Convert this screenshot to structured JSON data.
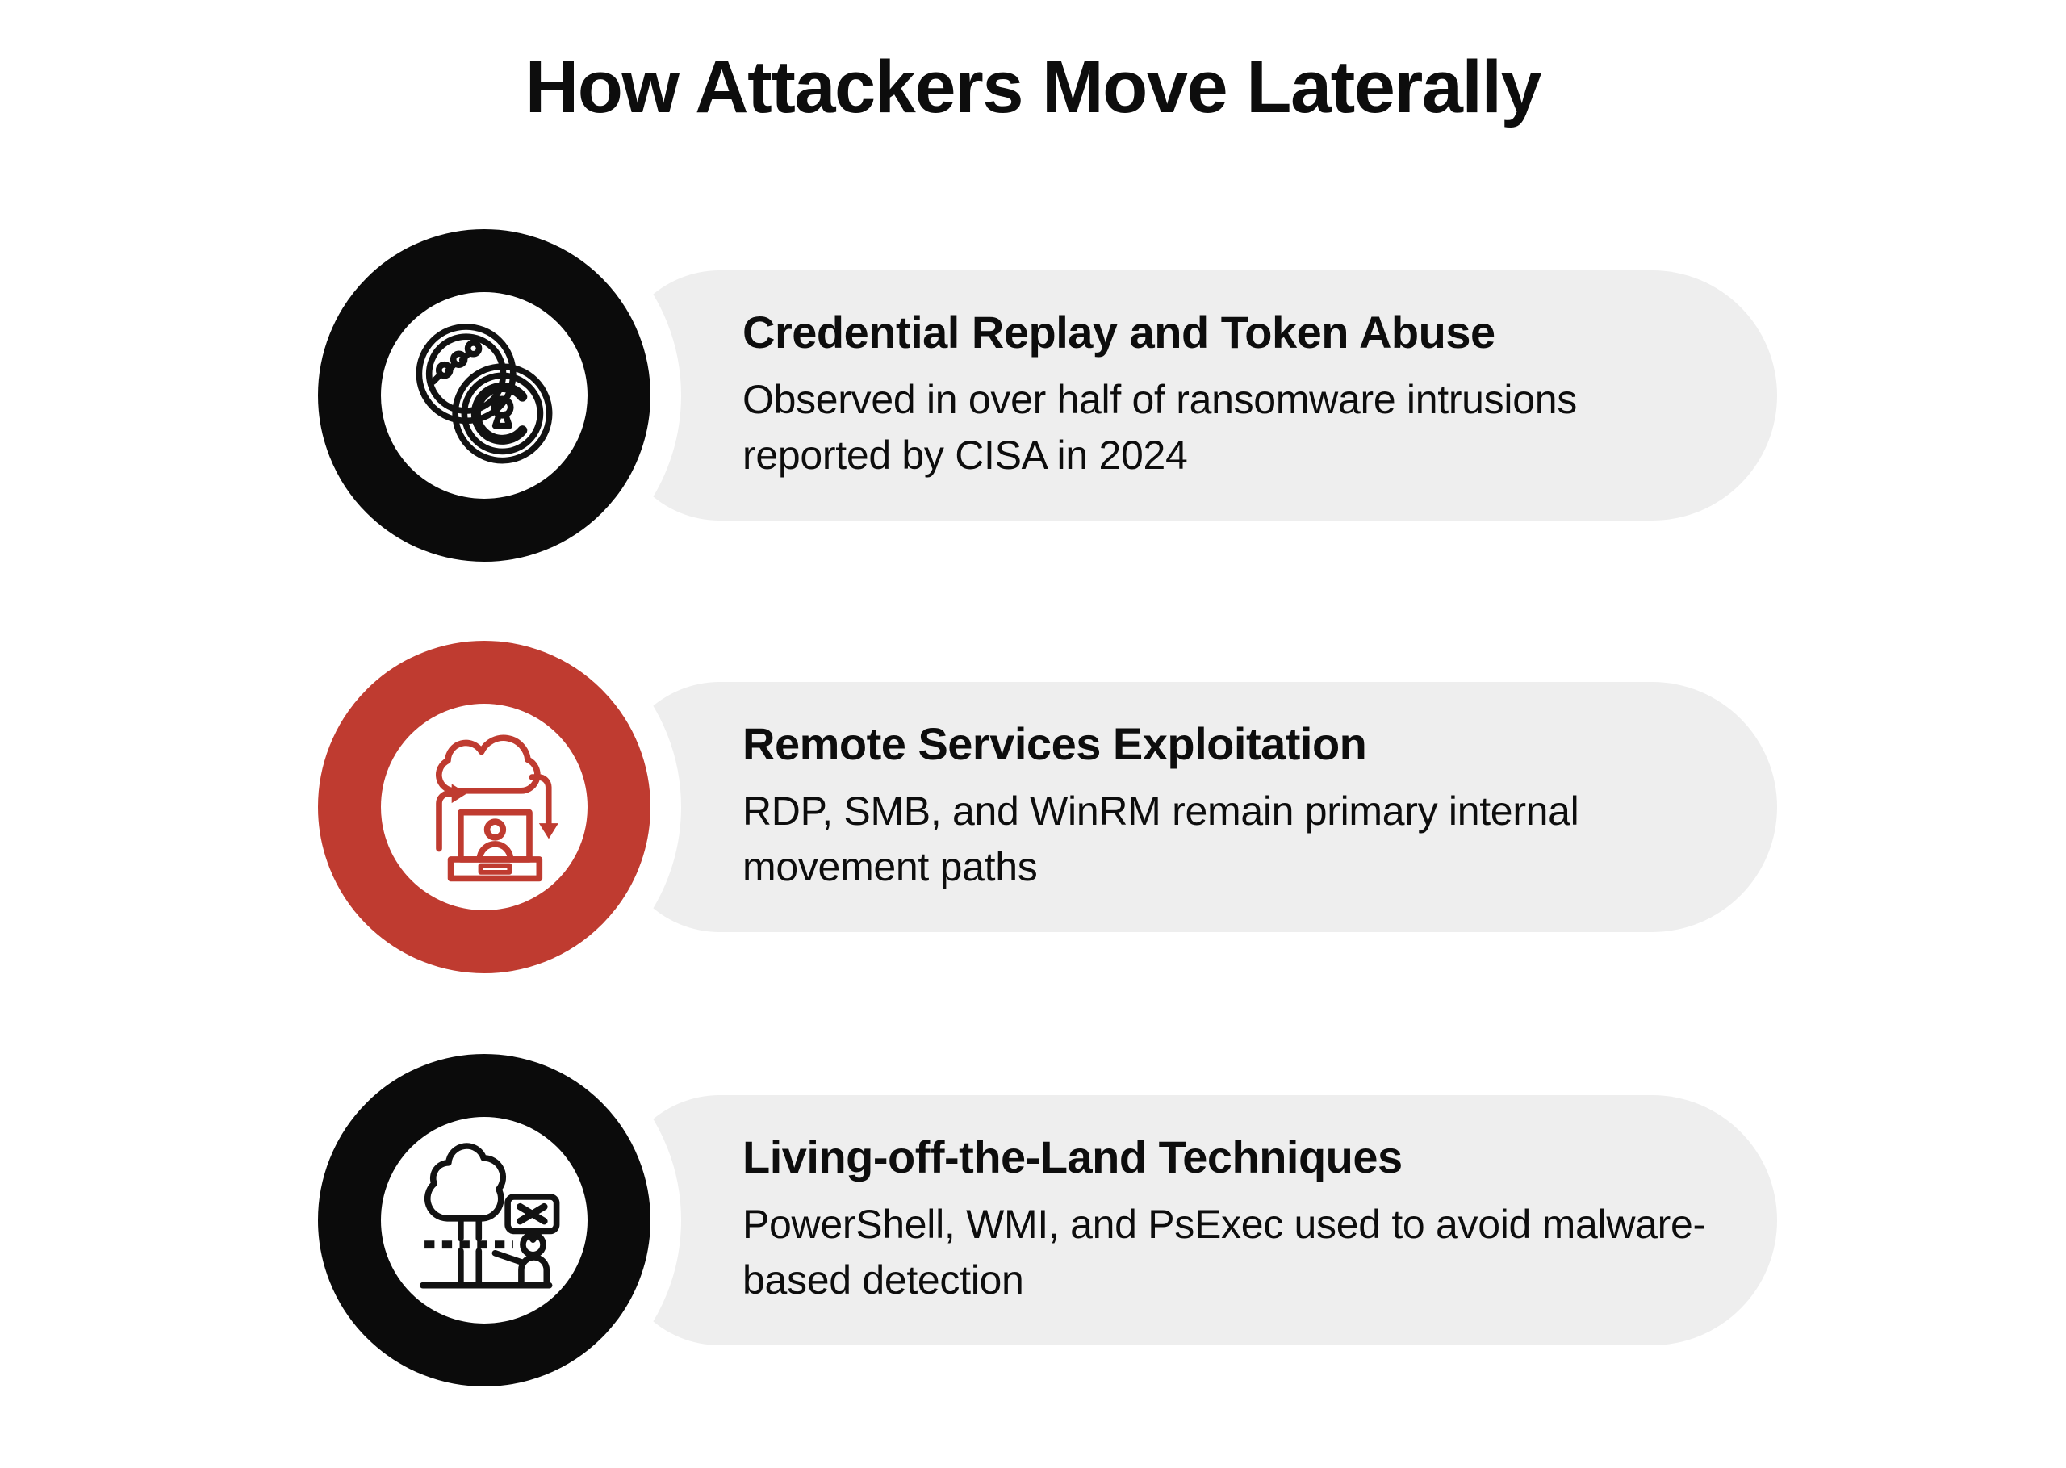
{
  "page": {
    "title": "How Attackers Move Laterally"
  },
  "colors": {
    "background": "#ffffff",
    "card_bg": "#eeeeee",
    "halo": "#ffffff",
    "text": "#0d0d0d",
    "black_ring": "#0b0b0b",
    "red_ring": "#bf3b30"
  },
  "items": [
    {
      "title": "Credential Replay and Token Abuse",
      "description": "Observed in over half of ransomware intrusions reported by CISA in 2024",
      "icon": "stacked-tokens-keyhole-icon",
      "ring_color": "#0b0b0b",
      "icon_color": "#121212"
    },
    {
      "title": "Remote Services Exploitation",
      "description": "RDP, SMB, and WinRM remain primary internal movement paths",
      "icon": "cloud-remote-desktop-sync-icon",
      "ring_color": "#bf3b30",
      "icon_color": "#bf3b30"
    },
    {
      "title": "Living-off-the-Land Techniques",
      "description": "PowerShell, WMI, and PsExec used to avoid malware-based detection",
      "icon": "tree-cut-denied-icon",
      "ring_color": "#0b0b0b",
      "icon_color": "#121212"
    }
  ]
}
